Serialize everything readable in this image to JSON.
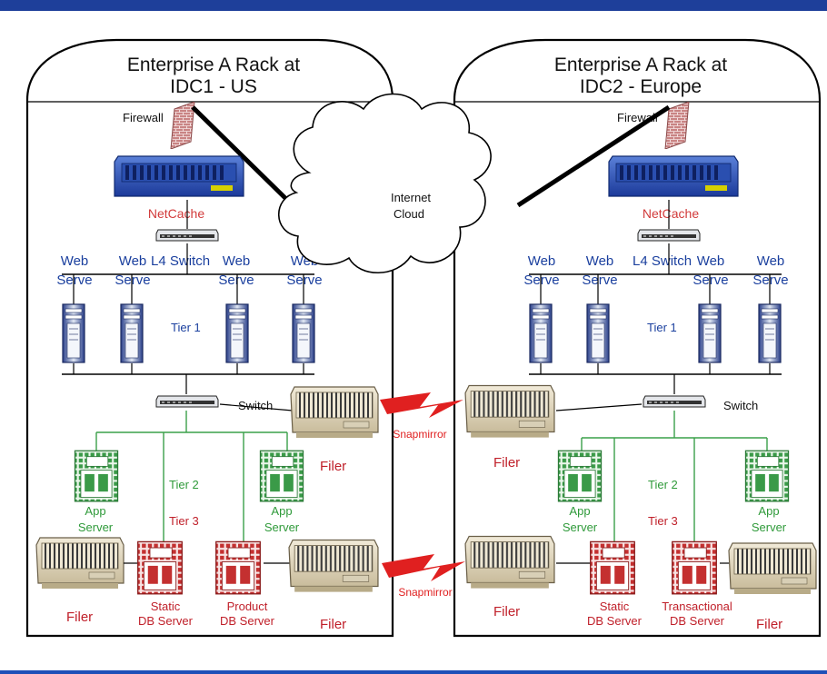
{
  "colors": {
    "top_bar": "#1e3f9a",
    "bottom_bar": "#1e4fb8",
    "rack_border": "#000000",
    "web_label": "#1a3f9e",
    "netcache_label": "#d23a3a",
    "app_label": "#2f9a3a",
    "filer_label": "#c0202a",
    "db_label": "#c0202a",
    "green_line": "#3aa04a",
    "snapmirror": "#e02020",
    "firewall": "#d8a0a0"
  },
  "cloud": {
    "label_line1": "Internet",
    "label_line2": "Cloud"
  },
  "snapmirror": {
    "upper": "Snapmirror",
    "lower": "Snapmirror"
  },
  "racks": [
    {
      "title_line1": "Enterprise A Rack at",
      "title_line2": "IDC1 - US",
      "firewall": "Firewall",
      "netcache": "NetCache",
      "l4_switch": "L4 Switch",
      "web": [
        {
          "l1": "Web",
          "l2": "Serve"
        },
        {
          "l1": "Web",
          "l2": "Serve"
        },
        {
          "l1": "Web",
          "l2": "Serve"
        },
        {
          "l1": "Web",
          "l2": "Serve"
        }
      ],
      "tier1": "Tier 1",
      "switch": "Switch",
      "filer_top": "Filer",
      "app": [
        {
          "l1": "App",
          "l2": "Server"
        },
        {
          "l1": "App",
          "l2": "Server"
        }
      ],
      "tier2": "Tier 2",
      "tier3": "Tier 3",
      "filer_left": "Filer",
      "db1": {
        "l1": "Static",
        "l2": "DB Server"
      },
      "db2": {
        "l1": "Product",
        "l2": "DB Server"
      },
      "filer_right": "Filer"
    },
    {
      "title_line1": "Enterprise A Rack at",
      "title_line2": "IDC2 - Europe",
      "firewall": "Firewall",
      "netcache": "NetCache",
      "l4_switch": "L4 Switch",
      "web": [
        {
          "l1": "Web",
          "l2": "Serve"
        },
        {
          "l1": "Web",
          "l2": "Serve"
        },
        {
          "l1": "Web",
          "l2": "Serve"
        },
        {
          "l1": "Web",
          "l2": "Serve"
        }
      ],
      "tier1": "Tier 1",
      "switch": "Switch",
      "filer_top": "Filer",
      "app": [
        {
          "l1": "App",
          "l2": "Server"
        },
        {
          "l1": "App",
          "l2": "Server"
        }
      ],
      "tier2": "Tier 2",
      "tier3": "Tier 3",
      "filer_left": "Filer",
      "db1": {
        "l1": "Static",
        "l2": "DB Server"
      },
      "db2": {
        "l1": "Transactional",
        "l2": "DB Server"
      },
      "filer_right": "Filer"
    }
  ]
}
